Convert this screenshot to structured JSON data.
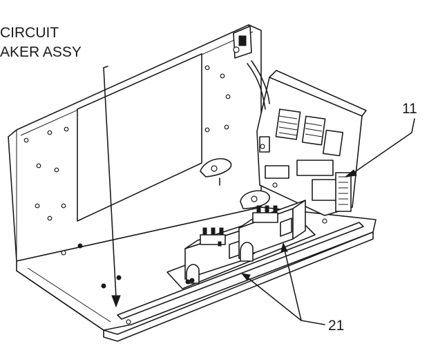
{
  "figure": {
    "callouts": {
      "circuit_breaker_line1": "CIRCUIT",
      "circuit_breaker_line2": "AKER ASSY",
      "part_11": "11",
      "part_21": "21"
    },
    "line_color": "#1a1a1a",
    "background": "#ffffff"
  }
}
